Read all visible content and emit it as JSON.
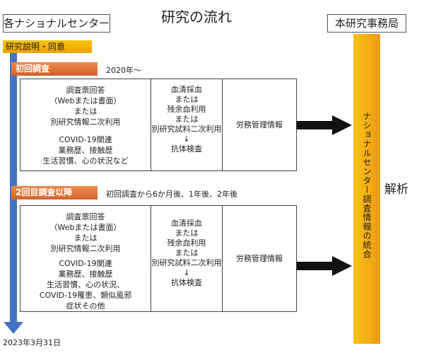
{
  "header": {
    "left_box": "各ナショナルセンター",
    "title": "研究の流れ",
    "right_box": "本研究事務局"
  },
  "consent_label": "研究説明・同意",
  "first_survey": {
    "label": "初回調査",
    "period": "2020年～",
    "col1": [
      "調査票回答",
      "（Webまたは書面）",
      "または",
      "別研究情報二次利用",
      "",
      "COVID-19関連",
      "業務歴、接触歴",
      "生活習慣、心の状況など"
    ],
    "col2": [
      "血清採血",
      "または",
      "残余血利用",
      "または",
      "別研究試料二次利用",
      "↓",
      "抗体検査"
    ],
    "col3": "労務管理情報"
  },
  "second_survey": {
    "label": "2回目調査以降",
    "period": "初回調査から6か月後、1年後、2年後",
    "col1": [
      "調査票回答",
      "（Webまたは書面）",
      "または",
      "別研究情報二次利用",
      "",
      "COVID-19関連",
      "業務歴、接触歴",
      "生活習慣、心の状況、",
      "COVID-19罹患、類似風邪",
      "症状その他"
    ],
    "col2": [
      "血清採血",
      "または",
      "残余血利用",
      "または",
      "別研究試料二次利用",
      "↓",
      "抗体検査"
    ],
    "col3": "労務管理情報"
  },
  "integration_label": "ナショナルセンター調査情報の統合",
  "analysis_label": "解析",
  "end_date": "2023年3月31日",
  "colors": {
    "timeline": "#4472c4",
    "gold": "#f4aa14",
    "orange": "#e0703a",
    "arrow": "#111111"
  }
}
